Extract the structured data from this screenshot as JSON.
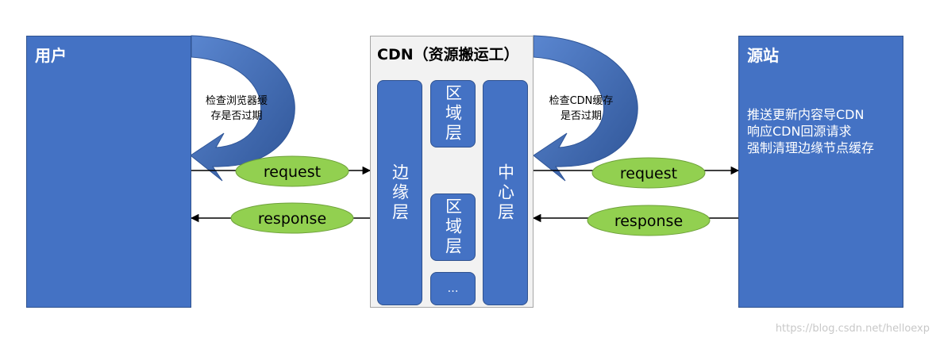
{
  "user": {
    "title": "用户",
    "browser_icon": "chrome-icon"
  },
  "cdn": {
    "title": "CDN（资源搬运工）",
    "edge_layer": "边缘层",
    "region_layer": "区域层",
    "ellipsis": "…",
    "center_layer": "中心层"
  },
  "origin": {
    "title": "源站",
    "lines": [
      "推送更新内容导CDN",
      "响应CDN回源请求",
      "强制清理边缘节点缓存"
    ]
  },
  "notes": {
    "browser_cache": [
      "检查浏览器缓",
      "存是否过期"
    ],
    "cdn_cache": [
      "检查CDN缓存",
      "是否过期"
    ]
  },
  "flows": {
    "request": "request",
    "response": "response"
  },
  "colors": {
    "panel_blue": "#4472c4",
    "pill_green": "#92d050",
    "arrow_blue": "#4472c4"
  },
  "watermark": "https://blog.csdn.net/helloexp"
}
